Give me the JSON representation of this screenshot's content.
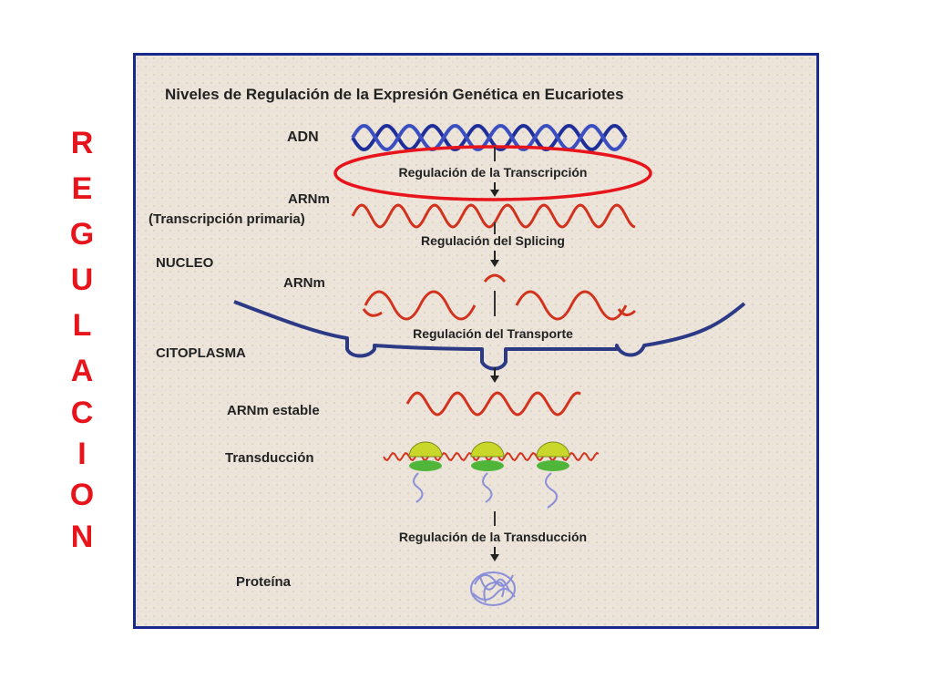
{
  "side_title": [
    "R",
    "E",
    "G",
    "U",
    "L",
    "A",
    "C",
    "I",
    "O",
    "N"
  ],
  "diagram": {
    "title": "Niveles de Regulación de la Expresión Genética en Eucariotes",
    "labels": {
      "adn": "ADN",
      "arnm_primary_1": "ARNm",
      "arnm_primary_2": "(Transcripción primaria)",
      "nucleo": "NUCLEO",
      "arnm": "ARNm",
      "citoplasma": "CITOPLASMA",
      "arnm_estable": "ARNm estable",
      "transduccion": "Transducción",
      "proteina": "Proteína"
    },
    "steps": {
      "transcripcion": "Regulación de la Transcripción",
      "splicing": "Regulación del Splicing",
      "transporte": "Regulación del Transporte",
      "traduccion": "Regulación de la Transducción"
    },
    "colors": {
      "highlight_ellipse": "#e8141b",
      "dna": "#1f2f9a",
      "rna": "#d2331f",
      "membrane": "#2c3a86",
      "ribosome": "#c9d62a",
      "ribosome_base": "#4fb63a",
      "protein": "#8a8fd8"
    },
    "icons": [
      "dna-helix-icon",
      "rna-wave-icon",
      "ribosome-icon",
      "protein-coil-icon",
      "down-arrow-icon"
    ]
  }
}
